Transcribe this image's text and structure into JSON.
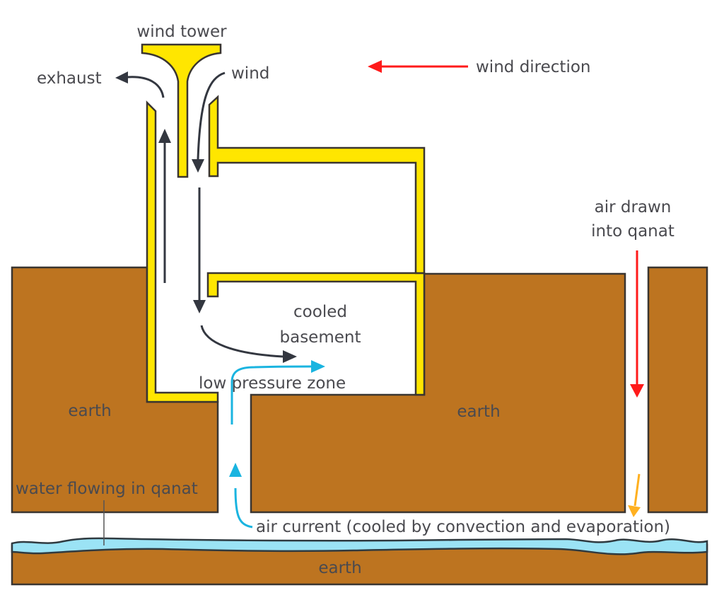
{
  "diagram": {
    "title": "Wind tower and qanat cooling system",
    "colors": {
      "earth": "#bd7420",
      "structure": "#ffe600",
      "outline": "#3a3530",
      "water": "#9be3f5",
      "airflow_dark": "#333740",
      "cool_air": "#1ab4e0",
      "wind_direction": "#ff1a1a",
      "warm_air": "#ffb020",
      "text": "#4a4a4f"
    },
    "labels": {
      "wind_tower": "wind tower",
      "exhaust": "exhaust",
      "wind": "wind",
      "wind_direction": "wind direction",
      "air_drawn": [
        "air drawn",
        "into qanat"
      ],
      "cooled_basement": [
        "cooled",
        "basement"
      ],
      "low_pressure_zone": "low pressure zone",
      "earth_left": "earth",
      "earth_middle": "earth",
      "earth_bottom": "earth",
      "water_flowing": "water flowing in qanat",
      "air_current": "air current (cooled by convection and evaporation)"
    },
    "arrows": [
      {
        "name": "wind-direction-arrow",
        "color": "red",
        "direction": "left"
      },
      {
        "name": "exhaust-arrow",
        "color": "dark",
        "direction": "up-left"
      },
      {
        "name": "wind-inflow-arrow",
        "color": "dark",
        "direction": "down"
      },
      {
        "name": "rising-air-arrow",
        "color": "dark",
        "direction": "up"
      },
      {
        "name": "descending-air-arrow",
        "color": "dark",
        "direction": "down"
      },
      {
        "name": "basement-flow-arrow",
        "color": "dark",
        "direction": "right"
      },
      {
        "name": "air-drawn-arrow",
        "color": "red",
        "direction": "down"
      },
      {
        "name": "qanat-air-arrow",
        "color": "orange",
        "direction": "down"
      },
      {
        "name": "air-current-arrow",
        "color": "blue",
        "direction": "up"
      },
      {
        "name": "cool-air-basement-arrow",
        "color": "blue",
        "direction": "right"
      }
    ]
  }
}
